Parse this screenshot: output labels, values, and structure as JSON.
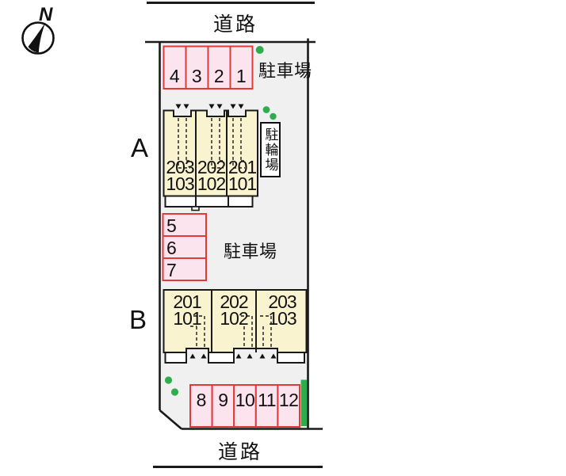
{
  "compass": {
    "label": "N"
  },
  "road_top": {
    "label": "道路"
  },
  "road_bottom": {
    "label": "道路"
  },
  "buildings": {
    "a": {
      "label": "A",
      "units": [
        {
          "upper": "203",
          "lower": "103"
        },
        {
          "upper": "202",
          "lower": "102"
        },
        {
          "upper": "201",
          "lower": "101"
        }
      ]
    },
    "b": {
      "label": "B",
      "units": [
        {
          "upper": "201",
          "lower": "101"
        },
        {
          "upper": "202",
          "lower": "102"
        },
        {
          "upper": "203",
          "lower": "103"
        }
      ]
    }
  },
  "parking": {
    "area_top": {
      "label": "駐車場",
      "spaces": [
        "4",
        "3",
        "2",
        "1"
      ]
    },
    "area_mid": {
      "label": "駐車場",
      "spaces": [
        "5",
        "6",
        "7"
      ]
    },
    "area_bottom": {
      "spaces": [
        "8",
        "9",
        "10",
        "11",
        "12"
      ]
    }
  },
  "bicycle_area": {
    "label": "駐輪場"
  },
  "colors": {
    "site_fill": "#f0f0f0",
    "building_fill": "#faf3d0",
    "parking_fill": "#fce4ee",
    "parking_border": "#e03a3a",
    "greenery": "#2fad4e",
    "line": "#1a1a1a"
  }
}
